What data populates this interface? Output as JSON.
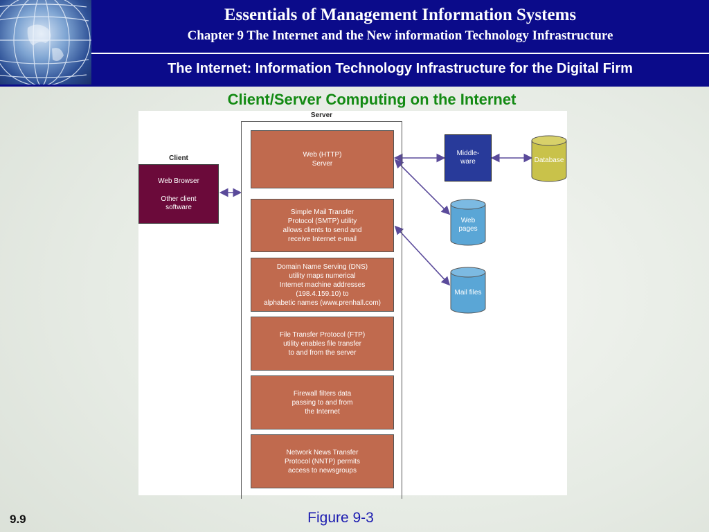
{
  "header": {
    "title": "Essentials of Management Information Systems",
    "subtitle": "Chapter 9 The Internet and the New information Technology Infrastructure",
    "topic": "The Internet: Information Technology Infrastructure for the Digital Firm"
  },
  "slide": {
    "title": "Client/Server Computing on the Internet",
    "figure_caption": "Figure 9-3",
    "slide_number": "9.9"
  },
  "diagram": {
    "client_label": "Client",
    "server_label": "Server",
    "client_box": {
      "line1": "Web Browser",
      "line2": "Other client\nsoftware"
    },
    "server_boxes": [
      "Web (HTTP)\nServer",
      "Simple Mail Transfer\nProtocol (SMTP) utility\nallows clients to send and\nreceive Internet e-mail",
      "Domain Name Serving (DNS)\nutility maps numerical\nInternet machine addresses\n(198.4.159.10) to\nalphabetic names (www.prenhall.com)",
      "File Transfer Protocol (FTP)\nutility enables file transfer\nto and from the server",
      "Firewall filters data\npassing to and from\nthe Internet",
      "Network News Transfer\nProtocol (NNTP)  permits\naccess to newsgroups"
    ],
    "middleware": "Middle-\nware",
    "database": "Database",
    "web_pages": "Web\npages",
    "mail_files": "Mail files"
  },
  "colors": {
    "header_bg": "#0b0b8a",
    "title_green": "#138a13",
    "server_box": "#c06a4e",
    "client_box": "#6b0a3a",
    "middleware": "#283a9a",
    "database": "#c9c24a",
    "cylinder_blue": "#5aa6d6",
    "arrow": "#5a4a9a"
  }
}
